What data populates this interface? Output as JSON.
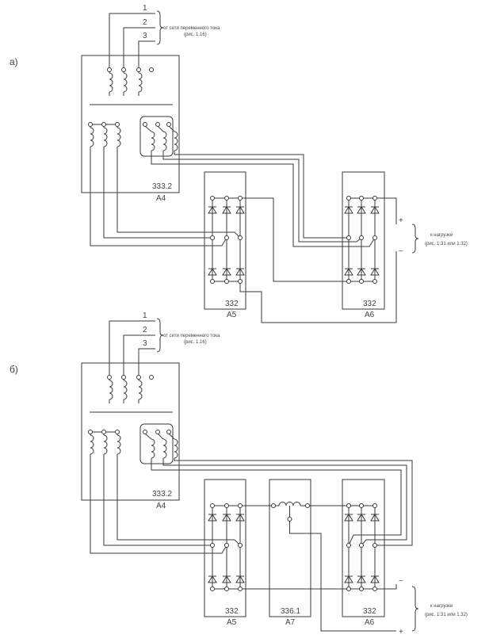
{
  "panels": [
    {
      "label": "а)",
      "input_lines": [
        "1",
        "2",
        "3"
      ],
      "input_text": "от сети переменного тока",
      "input_ref": "(рис. 1.16)",
      "units": [
        {
          "type": "333.2",
          "id": "А4"
        },
        {
          "type": "332",
          "id": "А5"
        },
        {
          "type": "332",
          "id": "А6"
        }
      ],
      "output_terminals": [
        "+",
        "−"
      ],
      "output_text": "к нагрузке",
      "output_ref": "(рис. 1.31 или 1.32)"
    },
    {
      "label": "б)",
      "input_lines": [
        "1",
        "2",
        "3"
      ],
      "input_text": "от сети переменного тока",
      "input_ref": "(рис. 1.16)",
      "units": [
        {
          "type": "333.2",
          "id": "А4"
        },
        {
          "type": "332",
          "id": "А5"
        },
        {
          "type": "336.1",
          "id": "А7"
        },
        {
          "type": "332",
          "id": "А6"
        }
      ],
      "output_terminals": [
        "−",
        "+"
      ],
      "output_text": "к нагрузке",
      "output_ref": "(рис. 1.31 или 1.32)"
    }
  ],
  "colors": {
    "line": "#3a3a3a",
    "text": "#444444",
    "background": "#ffffff"
  }
}
